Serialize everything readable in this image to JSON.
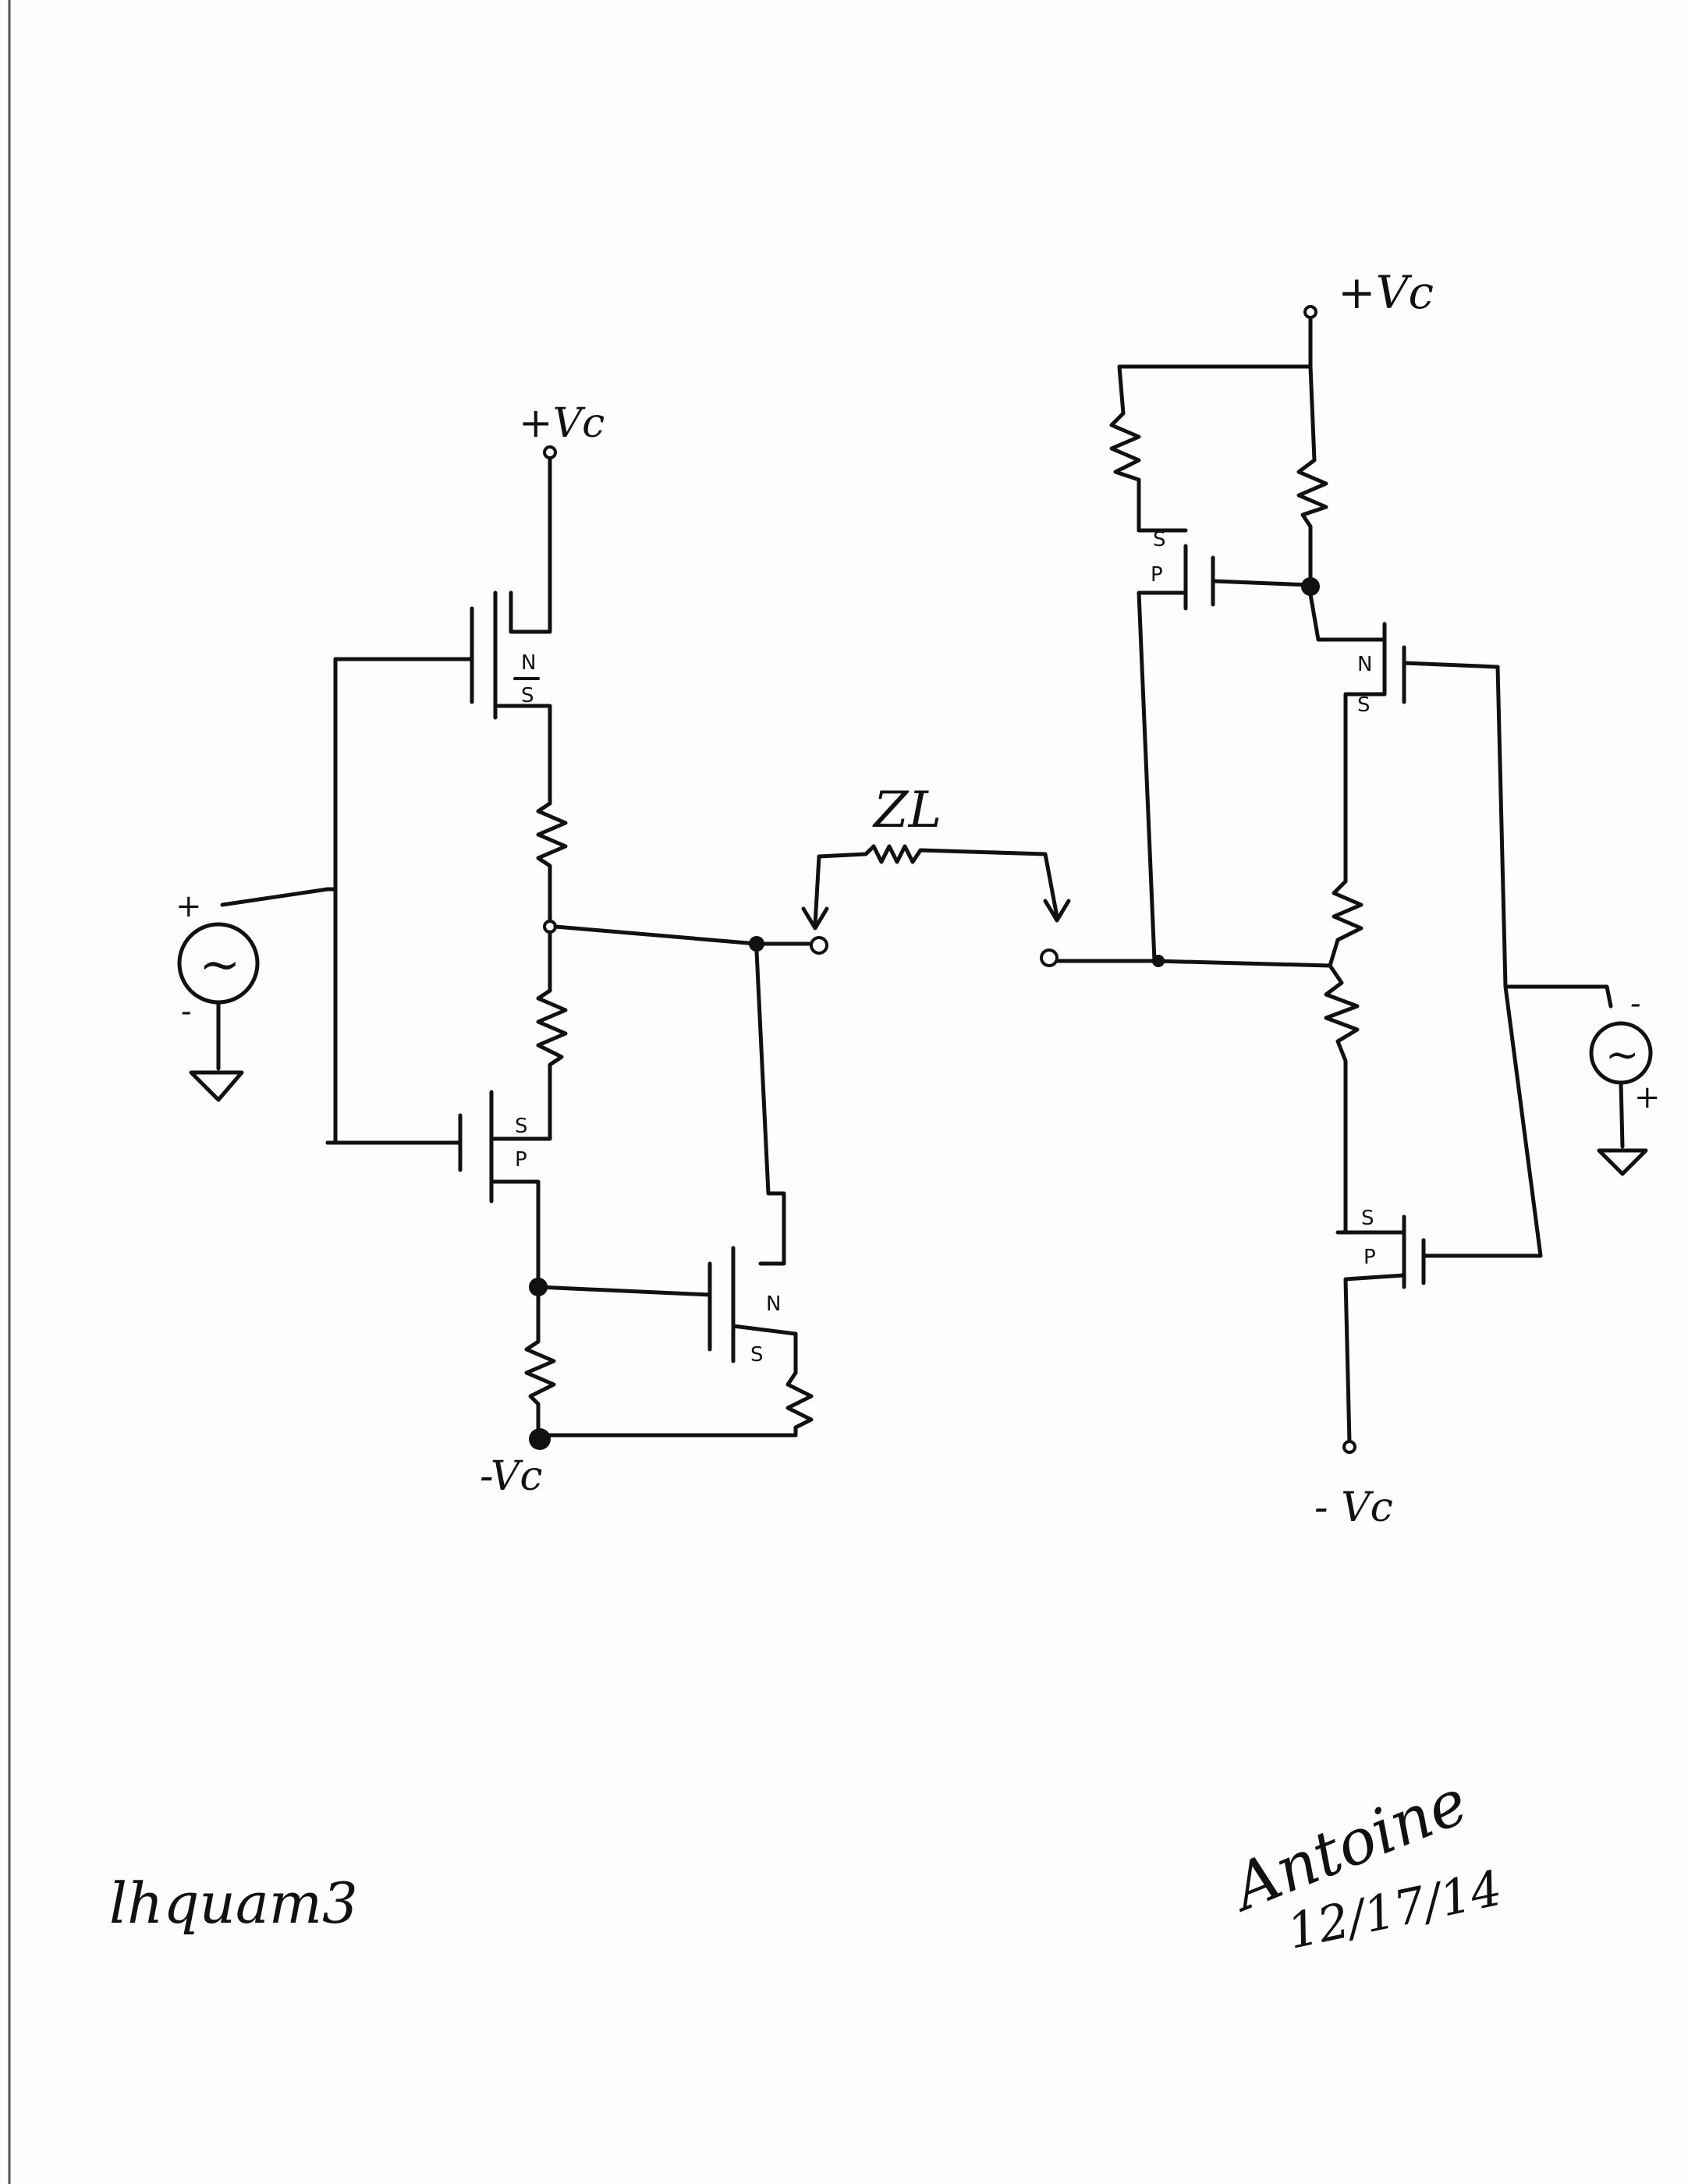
{
  "labels": {
    "supply_pos_left": "+Vc",
    "supply_pos_right": "+Vc",
    "supply_neg_left": "-Vc",
    "supply_neg_right": "- Vc",
    "load": "ZL",
    "source_left_plus": "+",
    "source_left_minus": "-",
    "source_right_plus": "+",
    "source_right_minus": "-",
    "source_symbol": "~"
  },
  "pins": {
    "left_top_n": "N",
    "left_top_s": "S",
    "left_mid_s": "S",
    "left_mid_p": "P",
    "left_low_n": "N",
    "left_low_s": "S",
    "right_top_s": "S",
    "right_top_p": "P",
    "right_mid_n": "N",
    "right_mid_s": "S",
    "right_low_s": "S",
    "right_low_p": "P"
  },
  "footer": {
    "author_signature": "lhquam3",
    "signature": "Antoine",
    "date": "12/17/14"
  },
  "colors": {
    "ink": "#111111",
    "paper": "#fdfdfd"
  }
}
